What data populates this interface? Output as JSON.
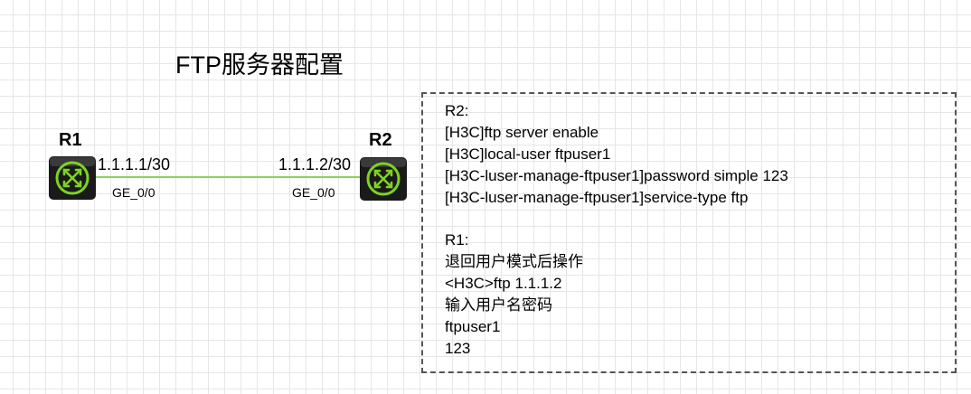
{
  "title": "FTP服务器配置",
  "routers": [
    {
      "name": "R1",
      "ip": "1.1.1.1/30",
      "port": "GE_0/0"
    },
    {
      "name": "R2",
      "ip": "1.1.1.2/30",
      "port": "GE_0/0"
    }
  ],
  "colors": {
    "link": "#8bd25e",
    "router_body": "#1a1a1a",
    "router_ring": "#7ed321"
  },
  "config_lines": [
    "R2:",
    "[H3C]ftp server enable",
    "[H3C]local-user ftpuser1",
    "[H3C-luser-manage-ftpuser1]password simple 123",
    "[H3C-luser-manage-ftpuser1]service-type ftp",
    "",
    "R1:",
    "退回用户模式后操作",
    "<H3C>ftp 1.1.1.2",
    "输入用户名密码",
    "ftpuser1",
    "123"
  ]
}
